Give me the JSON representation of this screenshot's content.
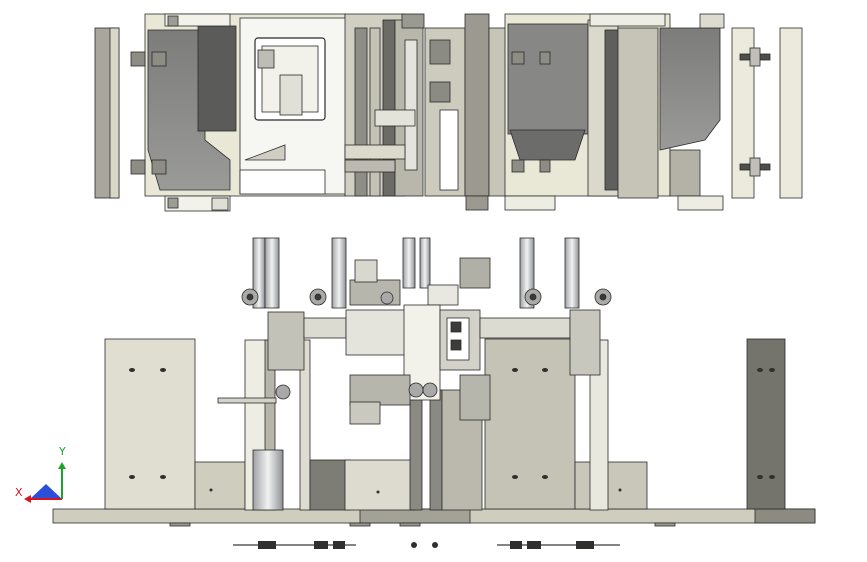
{
  "viewport": {
    "background": "#ffffff",
    "top_view_name": "top-view",
    "front_view_name": "front-view"
  },
  "triad": {
    "x_label": "X",
    "y_label": "Y",
    "x_color": "#d8141c",
    "y_color": "#1aa52a",
    "z_color": "#2b4fd8"
  },
  "palette": {
    "plate_light": "#e9e7d6",
    "plate_mid": "#cfcdbd",
    "plate_dark": "#8f8e84",
    "steel": "#b9bcbf",
    "steel_dark": "#6e7176",
    "outline": "#2b2b2b",
    "white": "#f6f6f3"
  }
}
